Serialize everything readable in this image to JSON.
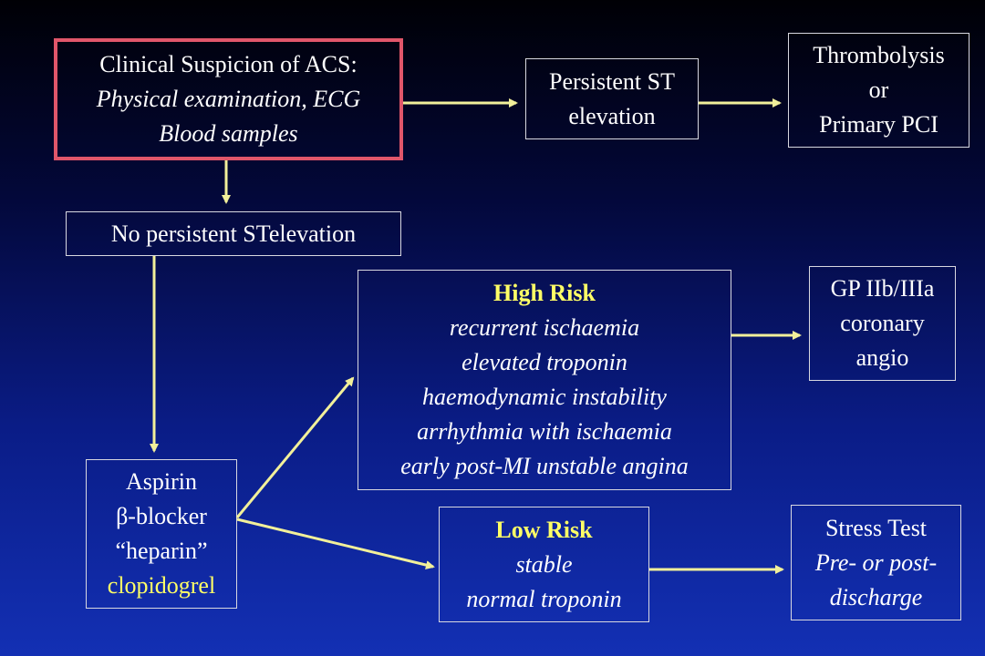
{
  "colors": {
    "box_border": "#d8d8e0",
    "highlight_border": "#e0566a",
    "arrow": "#f2f09a",
    "accent_text": "#ffff66",
    "background_top": "#000005",
    "background_bottom": "#1330b4"
  },
  "nodes": {
    "clinical_suspicion": {
      "title": "Clinical Suspicion of ACS:",
      "line2": "Physical examination, ECG",
      "line3": "Blood samples"
    },
    "persistent_st": {
      "line1": "Persistent ST",
      "line2": "elevation"
    },
    "thrombolysis": {
      "line1": "Thrombolysis",
      "line2": "or",
      "line3": "Primary PCI"
    },
    "no_persistent_st": {
      "label": "No persistent STelevation"
    },
    "high_risk": {
      "title": "High Risk",
      "items": [
        "recurrent ischaemia",
        "elevated troponin",
        "haemodynamic instability",
        "arrhythmia with ischaemia",
        "early post-MI unstable angina"
      ]
    },
    "gp_iib_iiia": {
      "line1": "GP IIb/IIIa",
      "line2": "coronary",
      "line3": "angio"
    },
    "treatment": {
      "line1": "Aspirin",
      "line2": "β-blocker",
      "line3": "“heparin”",
      "line4": "clopidogrel"
    },
    "low_risk": {
      "title": "Low Risk",
      "line2": "stable",
      "line3": "normal troponin"
    },
    "stress_test": {
      "line1": "Stress Test",
      "line2": "Pre- or post-",
      "line3": "discharge"
    }
  }
}
